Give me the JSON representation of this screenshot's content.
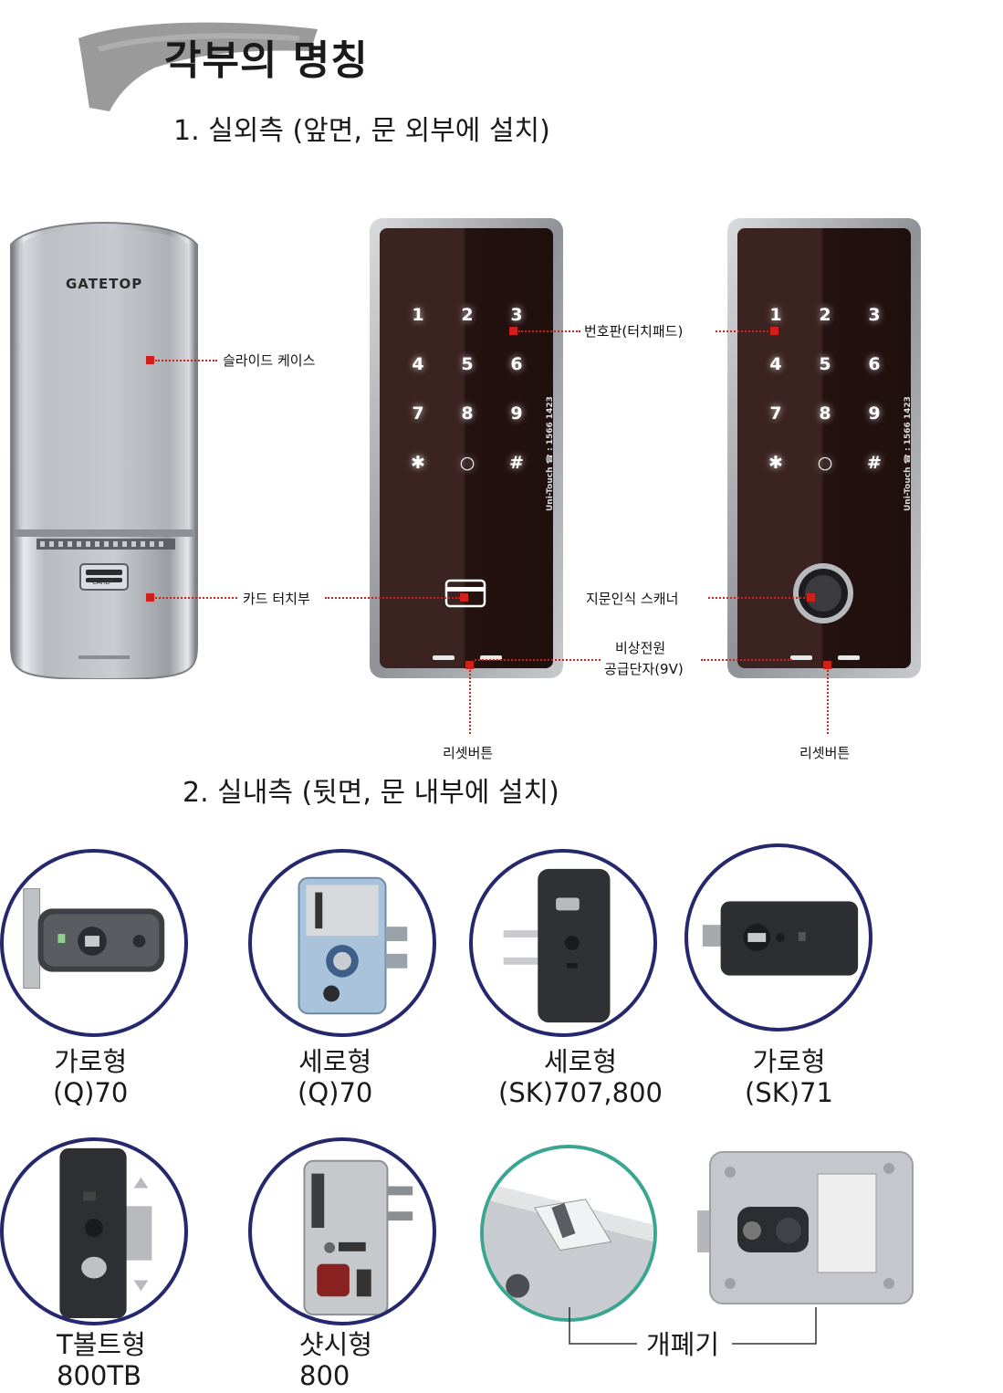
{
  "title": "각부의 명칭",
  "section1": {
    "heading": "1. 실외측 (앞면, 문 외부에 설치)",
    "brand": "GATETOP",
    "card_slot_label": "CARD",
    "keypad_keys": [
      "1",
      "2",
      "3",
      "4",
      "5",
      "6",
      "7",
      "8",
      "9",
      "✱",
      "○",
      "#"
    ],
    "side_text": "Uni-Touch   ☎ : 1566 1423",
    "callouts": {
      "slide_case": "슬라이드 케이스",
      "card_touch": "카드 터치부",
      "number_pad": "번호판(터치패드)",
      "fingerprint": "지문인식 스캐너",
      "emergency_power_line1": "비상전원",
      "emergency_power_line2": "공급단자(9V)",
      "reset_left": "리셋버튼",
      "reset_right": "리셋버튼"
    }
  },
  "section2": {
    "heading": "2. 실내측 (뒷면, 문 내부에 설치)",
    "items": [
      {
        "line1": "가로형",
        "line2": "(Q)70"
      },
      {
        "line1": "세로형",
        "line2": "(Q)70"
      },
      {
        "line1": "세로형",
        "line2": "(SK)707,800"
      },
      {
        "line1": "가로형",
        "line2": "(SK)71"
      },
      {
        "line1": "T볼트형",
        "line2": "800TB"
      },
      {
        "line1": "샷시형",
        "line2": "800"
      }
    ],
    "opener_label": "개폐기"
  },
  "colors": {
    "callout_red": "#d0201a",
    "circle_border": "#26286e",
    "keypad_glass": "#2b1512"
  }
}
